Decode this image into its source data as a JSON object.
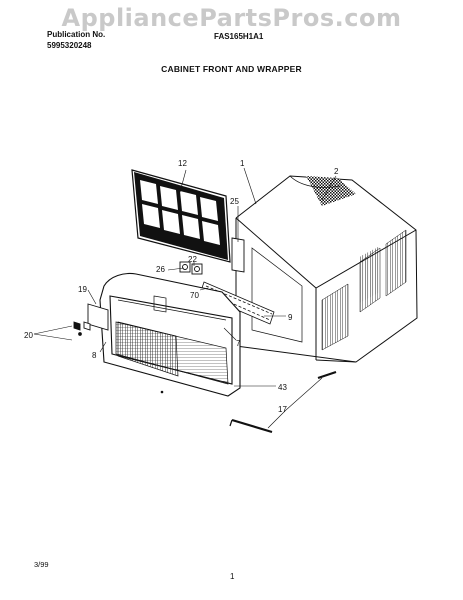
{
  "watermark": "AppliancePartsPros.com",
  "header": {
    "publication_label": "Publication No.",
    "publication_number": "5995320248",
    "model": "FAS165H1A1"
  },
  "title": "CABINET FRONT AND WRAPPER",
  "footer": {
    "date": "3/99",
    "page": "1"
  },
  "callouts": {
    "c1": "1",
    "c2": "2",
    "c12": "12",
    "c25": "25",
    "c26": "26",
    "c22": "22",
    "c70": "70",
    "c9": "9",
    "c19": "19",
    "c20": "20",
    "c8": "8",
    "c7": "7",
    "c43": "43",
    "c17": "17"
  }
}
